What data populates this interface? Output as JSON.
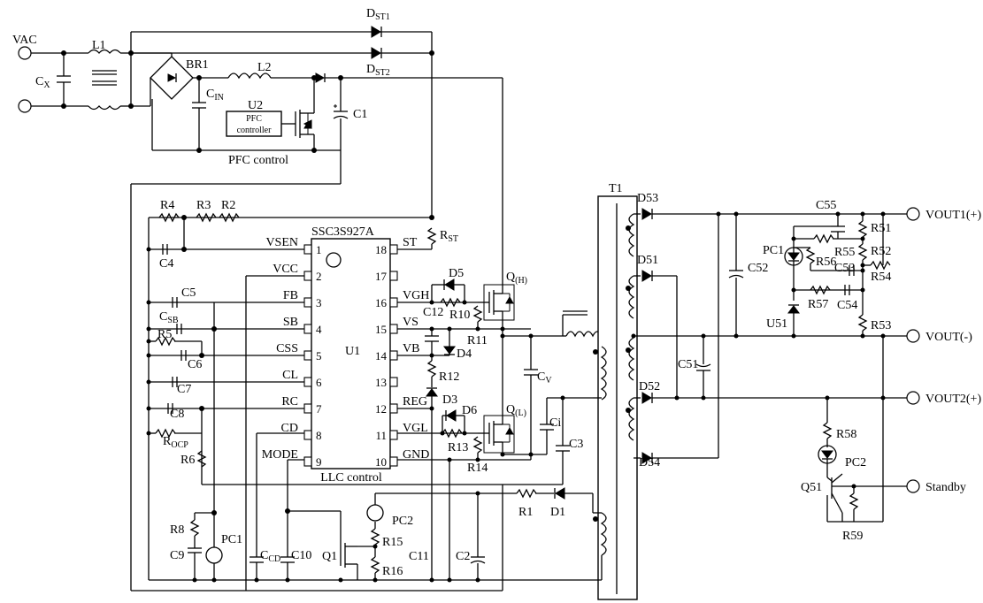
{
  "title_ic": "SSC3S927A",
  "ic_name": "U1",
  "ic_caption": "LLC control",
  "pfc_caption": "PFC control",
  "pfc_box": [
    "PFC",
    "controller"
  ],
  "terminals": {
    "vac": "VAC",
    "vout1": "VOUT1(+)",
    "vout_neg": "VOUT(-)",
    "vout2": "VOUT2(+)",
    "standby": "Standby"
  },
  "pins_left": [
    {
      "num": "1",
      "name": "VSEN"
    },
    {
      "num": "2",
      "name": "VCC"
    },
    {
      "num": "3",
      "name": "FB"
    },
    {
      "num": "4",
      "name": "SB"
    },
    {
      "num": "5",
      "name": "CSS"
    },
    {
      "num": "6",
      "name": "CL"
    },
    {
      "num": "7",
      "name": "RC"
    },
    {
      "num": "8",
      "name": "CD"
    },
    {
      "num": "9",
      "name": "MODE"
    }
  ],
  "pins_right": [
    {
      "num": "18",
      "name": "ST"
    },
    {
      "num": "17",
      "name": ""
    },
    {
      "num": "16",
      "name": "VGH"
    },
    {
      "num": "15",
      "name": "VS"
    },
    {
      "num": "14",
      "name": "VB"
    },
    {
      "num": "13",
      "name": ""
    },
    {
      "num": "12",
      "name": "REG"
    },
    {
      "num": "11",
      "name": "VGL"
    },
    {
      "num": "10",
      "name": "GND"
    }
  ],
  "components": [
    {
      "name": "L1",
      "sub": ""
    },
    {
      "name": "C",
      "sub": "X"
    },
    {
      "name": "BR1",
      "sub": ""
    },
    {
      "name": "L2",
      "sub": ""
    },
    {
      "name": "C",
      "sub": "IN"
    },
    {
      "name": "U2",
      "sub": ""
    },
    {
      "name": "C1",
      "sub": ""
    },
    {
      "name": "D",
      "sub": "ST1"
    },
    {
      "name": "D",
      "sub": "ST2"
    },
    {
      "name": "R4",
      "sub": ""
    },
    {
      "name": "R3",
      "sub": ""
    },
    {
      "name": "R2",
      "sub": ""
    },
    {
      "name": "R",
      "sub": "ST"
    },
    {
      "name": "C4",
      "sub": ""
    },
    {
      "name": "C5",
      "sub": ""
    },
    {
      "name": "C",
      "sub": "SB"
    },
    {
      "name": "R5",
      "sub": ""
    },
    {
      "name": "C6",
      "sub": ""
    },
    {
      "name": "C7",
      "sub": ""
    },
    {
      "name": "C8",
      "sub": ""
    },
    {
      "name": "R",
      "sub": "OCP"
    },
    {
      "name": "R6",
      "sub": ""
    },
    {
      "name": "R8",
      "sub": ""
    },
    {
      "name": "C9",
      "sub": ""
    },
    {
      "name": "PC1",
      "sub": ""
    },
    {
      "name": "C",
      "sub": "CD"
    },
    {
      "name": "C10",
      "sub": ""
    },
    {
      "name": "Q1",
      "sub": ""
    },
    {
      "name": "PC2",
      "sub": ""
    },
    {
      "name": "R15",
      "sub": ""
    },
    {
      "name": "R16",
      "sub": ""
    },
    {
      "name": "C11",
      "sub": ""
    },
    {
      "name": "C2",
      "sub": ""
    },
    {
      "name": "D5",
      "sub": ""
    },
    {
      "name": "Q",
      "sub": "(H)"
    },
    {
      "name": "C12",
      "sub": ""
    },
    {
      "name": "R10",
      "sub": ""
    },
    {
      "name": "R11",
      "sub": ""
    },
    {
      "name": "D4",
      "sub": ""
    },
    {
      "name": "R12",
      "sub": ""
    },
    {
      "name": "D3",
      "sub": ""
    },
    {
      "name": "D6",
      "sub": ""
    },
    {
      "name": "Q",
      "sub": "(L)"
    },
    {
      "name": "R13",
      "sub": ""
    },
    {
      "name": "R14",
      "sub": ""
    },
    {
      "name": "C",
      "sub": "V"
    },
    {
      "name": "Ci",
      "sub": ""
    },
    {
      "name": "C3",
      "sub": ""
    },
    {
      "name": "R1",
      "sub": ""
    },
    {
      "name": "D1",
      "sub": ""
    },
    {
      "name": "T1",
      "sub": ""
    },
    {
      "name": "D53",
      "sub": ""
    },
    {
      "name": "D51",
      "sub": ""
    },
    {
      "name": "D52",
      "sub": ""
    },
    {
      "name": "D54",
      "sub": ""
    },
    {
      "name": "C52",
      "sub": ""
    },
    {
      "name": "C51",
      "sub": ""
    },
    {
      "name": "C55",
      "sub": ""
    },
    {
      "name": "PC1",
      "sub": ""
    },
    {
      "name": "R55",
      "sub": ""
    },
    {
      "name": "R56",
      "sub": ""
    },
    {
      "name": "C53",
      "sub": ""
    },
    {
      "name": "R57",
      "sub": ""
    },
    {
      "name": "C54",
      "sub": ""
    },
    {
      "name": "U51",
      "sub": ""
    },
    {
      "name": "R51",
      "sub": ""
    },
    {
      "name": "R52",
      "sub": ""
    },
    {
      "name": "R54",
      "sub": ""
    },
    {
      "name": "R53",
      "sub": ""
    },
    {
      "name": "R58",
      "sub": ""
    },
    {
      "name": "PC2",
      "sub": ""
    },
    {
      "name": "Q51",
      "sub": ""
    },
    {
      "name": "R59",
      "sub": ""
    }
  ]
}
